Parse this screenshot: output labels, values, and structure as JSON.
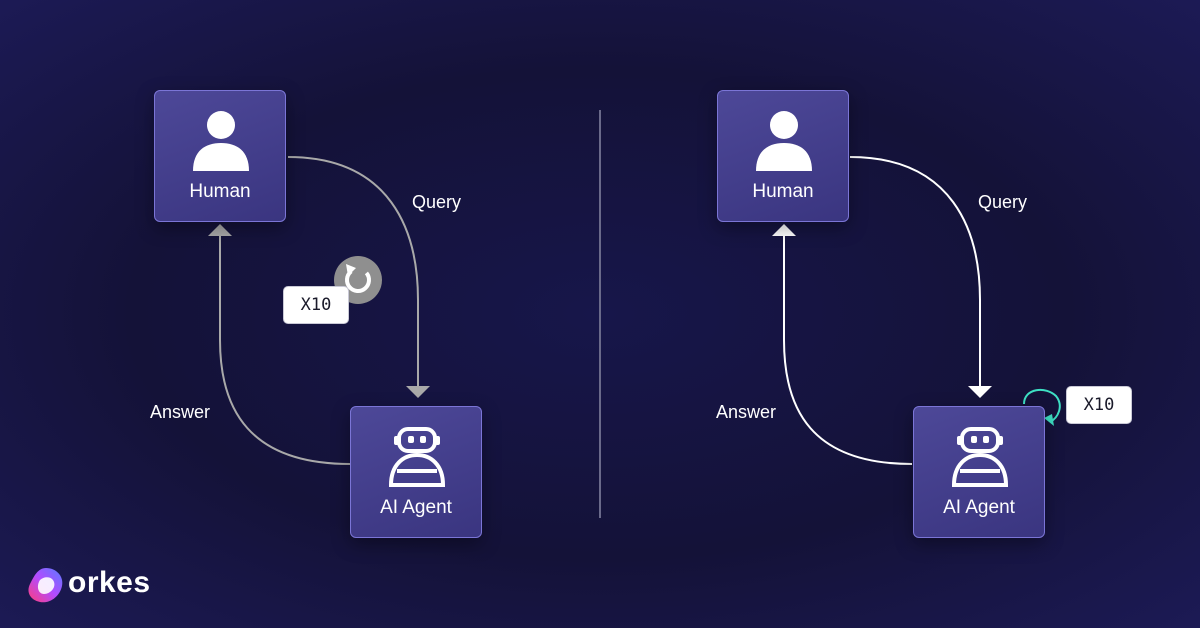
{
  "left": {
    "human_label": "Human",
    "agent_label": "AI Agent",
    "query_label": "Query",
    "answer_label": "Answer",
    "badge_text": "X10"
  },
  "right": {
    "human_label": "Human",
    "agent_label": "AI Agent",
    "query_label": "Query",
    "answer_label": "Answer",
    "badge_text": "X10"
  },
  "brand": {
    "name": "orkes"
  },
  "colors": {
    "background": "#17164a",
    "node_fill": "#433e8c",
    "node_border": "#7b75d6",
    "left_edge": "#a9a9a9",
    "right_edge": "#ffffff",
    "loop_accent": "#3ee0c4",
    "retry_icon": "#9a9a9a"
  },
  "icons": {
    "human": "person-icon",
    "agent": "robot-icon",
    "retry": "retry-icon",
    "loop": "loop-arrow-icon"
  }
}
